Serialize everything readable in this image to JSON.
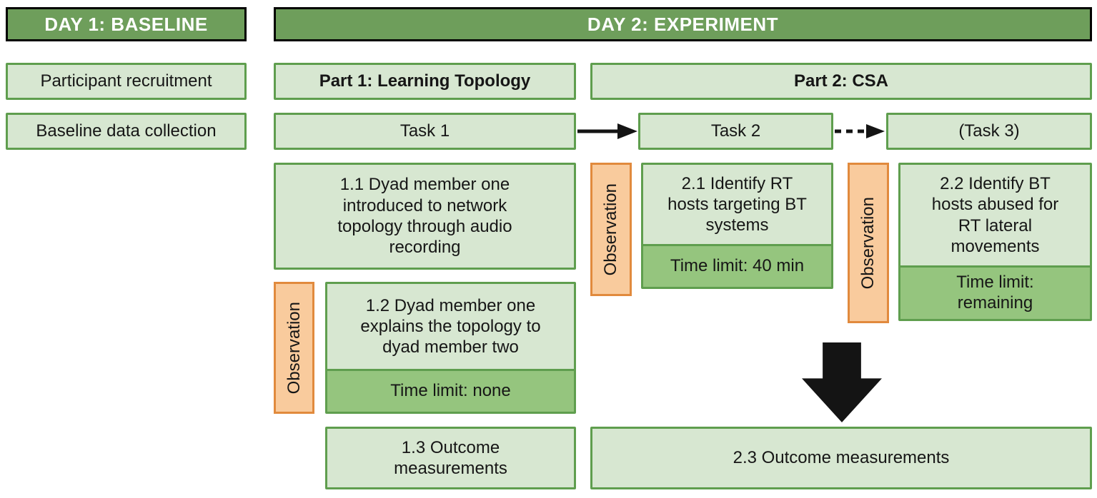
{
  "colors": {
    "header_green": "#6e9e5b",
    "light_green": "#d7e7d1",
    "border_green": "#5f9e4e",
    "mid_green": "#95c57e",
    "orange_fill": "#f9cb9d",
    "orange_border": "#e18a3d"
  },
  "day1": {
    "header": "DAY 1: BASELINE",
    "participant_recruitment": "Participant recruitment",
    "baseline_data_collection": "Baseline data collection"
  },
  "day2": {
    "header": "DAY 2: EXPERIMENT",
    "part1": {
      "title": "Part 1: Learning Topology",
      "task1": "Task 1",
      "step_1_1": "1.1 Dyad member one introduced to network topology through audio recording",
      "observation": "Observation",
      "step_1_2": "1.2 Dyad member one explains the topology to dyad member two",
      "time_limit_1_2": "Time limit: none",
      "step_1_3": "1.3 Outcome measurements"
    },
    "part2": {
      "title": "Part 2: CSA",
      "task2": "Task 2",
      "task3": "(Task 3)",
      "observation_task2": "Observation",
      "step_2_1": "2.1 Identify RT hosts targeting BT systems",
      "time_limit_2_1": "Time limit: 40 min",
      "observation_task3": "Observation",
      "step_2_2": "2.2 Identify BT hosts abused for RT lateral movements",
      "time_limit_2_2": "Time limit: remaining",
      "step_2_3": "2.3 Outcome measurements"
    }
  }
}
